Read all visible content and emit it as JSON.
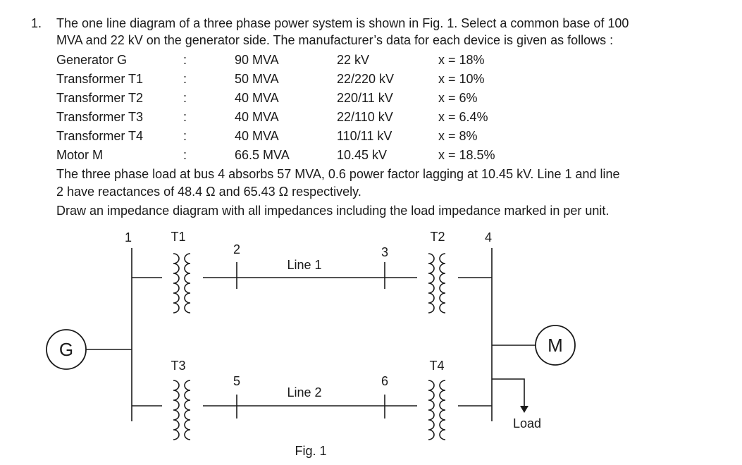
{
  "problem": {
    "number": "1.",
    "intro_line1": "The one line diagram of a three phase power system is shown in Fig. 1.  Select a common base of 100",
    "intro_line2": "MVA and 22 kV on the generator side.  The manufacturer’s data for each device is given as follows :",
    "devices": [
      {
        "name": "Generator G",
        "sep": ":",
        "rating": "90 MVA",
        "voltage": "22 kV",
        "reactance": "x = 18%"
      },
      {
        "name": "Transformer T1",
        "sep": ":",
        "rating": "50 MVA",
        "voltage": "22/220 kV",
        "reactance": "x = 10%"
      },
      {
        "name": "Transformer T2",
        "sep": ":",
        "rating": "40 MVA",
        "voltage": "220/11 kV",
        "reactance": "x = 6%"
      },
      {
        "name": "Transformer T3",
        "sep": ":",
        "rating": "40 MVA",
        "voltage": "22/110 kV",
        "reactance": "x = 6.4%"
      },
      {
        "name": "Transformer T4",
        "sep": ":",
        "rating": "40 MVA",
        "voltage": "110/11 kV",
        "reactance": "x = 8%"
      },
      {
        "name": "Motor M",
        "sep": ":",
        "rating": "66.5 MVA",
        "voltage": "10.45 kV",
        "reactance": "x = 18.5%"
      }
    ],
    "load_line1": "The three phase load at bus 4 absorbs 57 MVA, 0.6 power factor lagging at 10.45 kV.  Line 1 and line",
    "load_line2": "2 have reactances of 48.4 Ω and 65.43 Ω respectively.",
    "task": "Draw an impedance diagram with all impedances including the load impedance marked in per unit."
  },
  "figure": {
    "bus_labels": [
      "1",
      "2",
      "3",
      "4",
      "5",
      "6"
    ],
    "transformer_labels": [
      "T1",
      "T2",
      "T3",
      "T4"
    ],
    "line_labels": [
      "Line 1",
      "Line 2"
    ],
    "generator": "G",
    "motor": "M",
    "load": "Load",
    "caption": "Fig. 1"
  }
}
